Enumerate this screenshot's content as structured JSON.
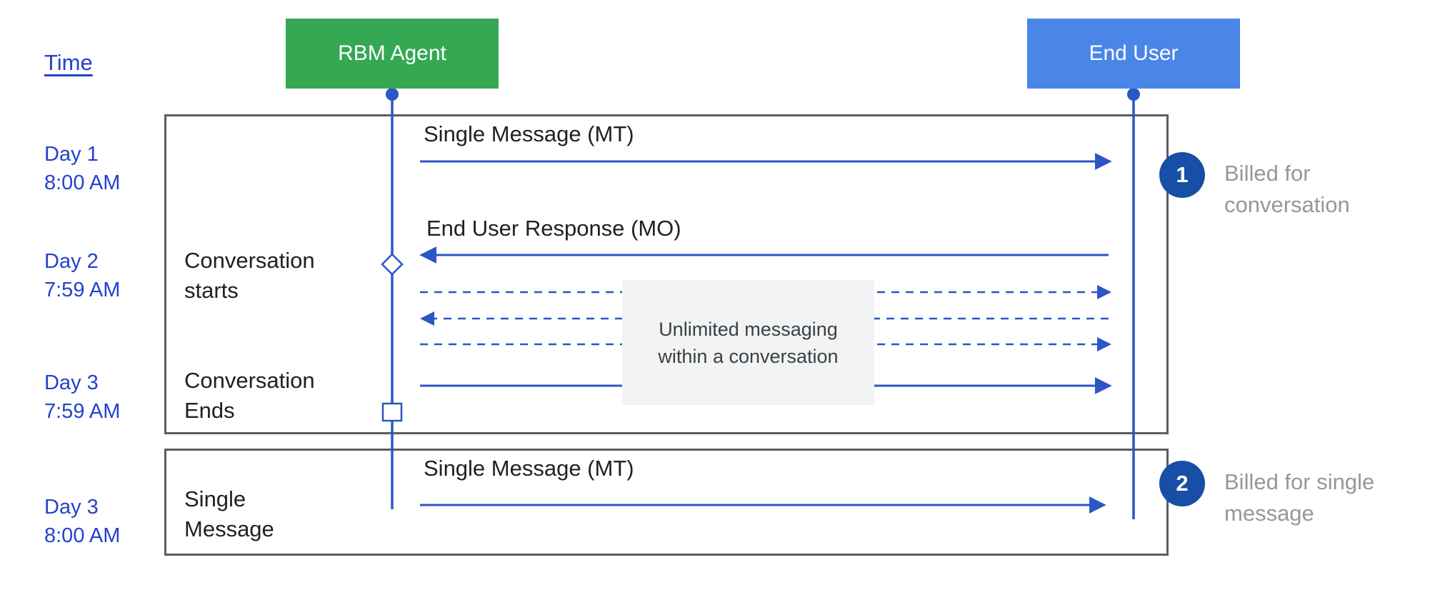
{
  "palette": {
    "agent_box_green": "#34a853",
    "end_user_box_blue": "#4a86e8",
    "line_blue": "#2a56c6",
    "time_text_blue": "#2441cf",
    "badge_navy": "#174ea6",
    "annotation_gray": "#93989e",
    "frame_border_gray": "#595d63",
    "note_box_bg": "#f1f3f4"
  },
  "header": {
    "time_label": "Time"
  },
  "actors": {
    "agent": {
      "label": "RBM Agent"
    },
    "end_user": {
      "label": "End User"
    }
  },
  "time_markers": [
    {
      "day": "Day 1",
      "time": "8:00 AM"
    },
    {
      "day": "Day 2",
      "time": "7:59 AM"
    },
    {
      "day": "Day 3",
      "time": "7:59 AM"
    },
    {
      "day": "Day 3",
      "time": "8:00 AM"
    }
  ],
  "conversation_frame": {
    "single_message_mt": "Single Message (MT)",
    "end_user_response_mo": "End User Response (MO)",
    "conversation_starts": {
      "line1": "Conversation",
      "line2": "starts"
    },
    "conversation_ends": {
      "line1": "Conversation",
      "line2": "Ends"
    },
    "unlimited_note": {
      "line1": "Unlimited messaging",
      "line2": "within a conversation"
    }
  },
  "single_message_frame": {
    "label": {
      "line1": "Single",
      "line2": "Message"
    },
    "single_message_mt": "Single Message (MT)"
  },
  "annotations": {
    "conversation": {
      "badge": "1",
      "line1": "Billed for",
      "line2": "conversation"
    },
    "single_message": {
      "badge": "2",
      "line1": "Billed for single",
      "line2": "message"
    }
  }
}
